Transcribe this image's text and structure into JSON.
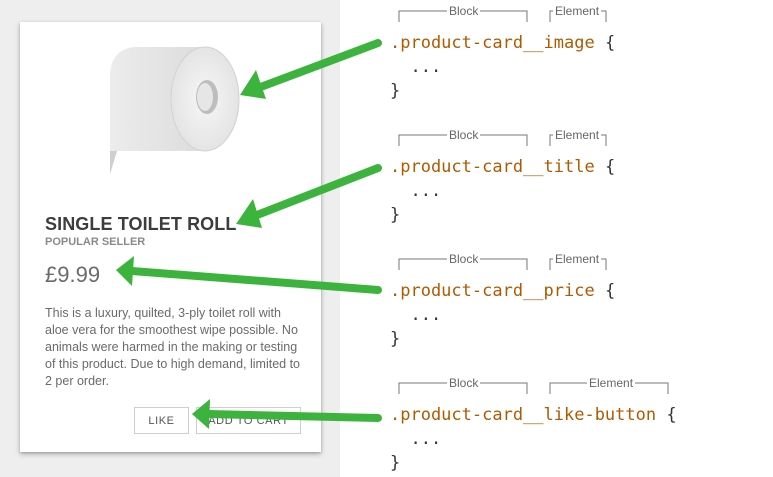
{
  "product_card": {
    "title": "SINGLE TOILET ROLL",
    "subtitle": "POPULAR SELLER",
    "price": "£9.99",
    "description": "This is a luxury, quilted, 3-ply toilet roll with aloe vera for the smoothest wipe possible. No animals were harmed in the making or testing of this product. Due to high demand, limited to 2 per order.",
    "like_label": "LIKE",
    "cart_label": "ADD TO CART",
    "image_icon": "toilet-roll-image"
  },
  "code_blocks": [
    {
      "selector": ".product-card__image",
      "brace_open": "{",
      "body": "...",
      "brace_close": "}",
      "block_label": "Block",
      "element_label": "Element"
    },
    {
      "selector": ".product-card__title",
      "brace_open": "{",
      "body": "...",
      "brace_close": "}",
      "block_label": "Block",
      "element_label": "Element"
    },
    {
      "selector": ".product-card__price",
      "brace_open": "{",
      "body": "...",
      "brace_close": "}",
      "block_label": "Block",
      "element_label": "Element"
    },
    {
      "selector": ".product-card__like-button",
      "brace_open": "{",
      "body": "...",
      "brace_close": "}",
      "block_label": "Block",
      "element_label": "Element"
    }
  ],
  "colors": {
    "arrow": "#3cb33c",
    "selector": "#b05a00",
    "panel_bg": "#eeeeee"
  }
}
